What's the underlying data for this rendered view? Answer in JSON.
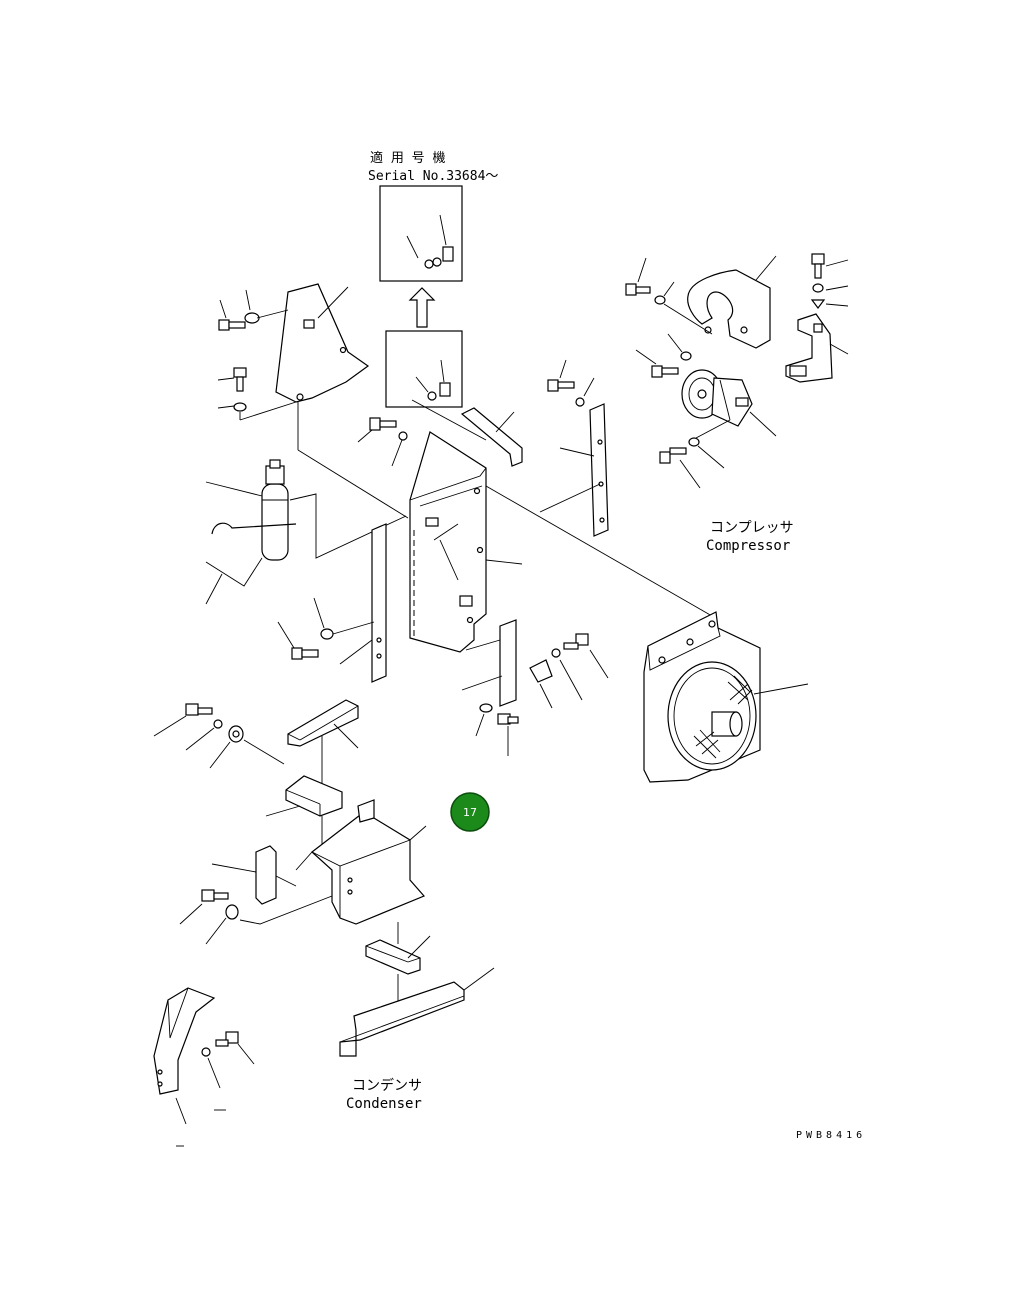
{
  "serial_note": {
    "japanese": "適 用 号 機",
    "serial": "Serial No.33684～"
  },
  "labels": {
    "compressor_jp": "コンプレッサ",
    "compressor_en": "Compressor",
    "condenser_jp": "コンデンサ",
    "condenser_en": "Condenser"
  },
  "drawing_code": "PWB8416",
  "page_marker": {
    "number": "17",
    "color": "#1b8a1b"
  }
}
